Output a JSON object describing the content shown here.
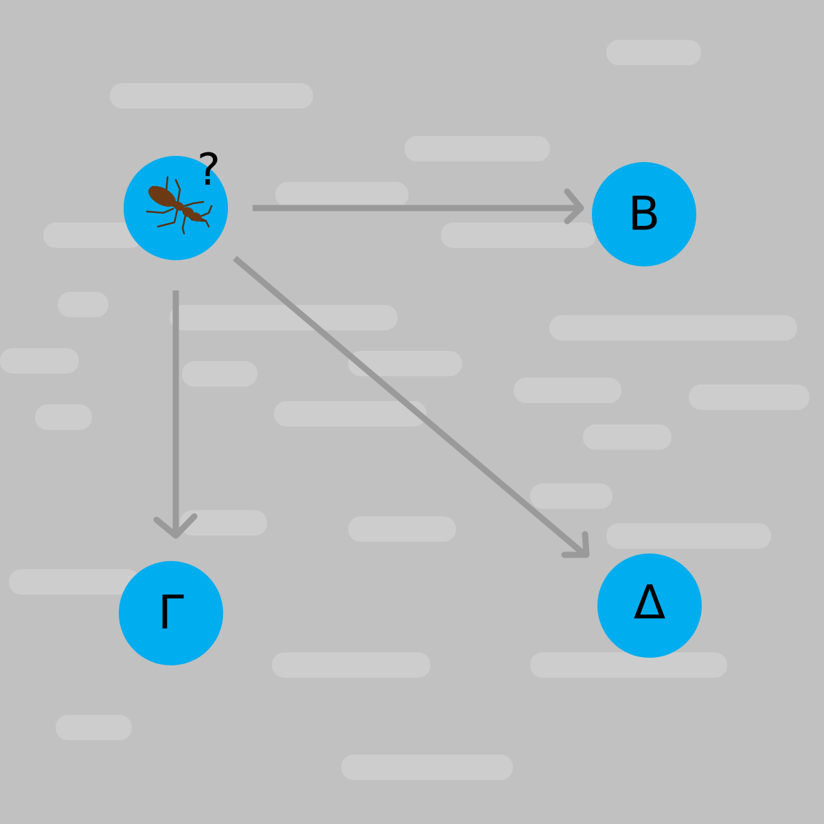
{
  "colors": {
    "background": "#c1c1c1",
    "node_fill": "#00adef",
    "edge": "#9a9a9a",
    "background_dash": "#cdcdcd",
    "ant_body": "#6b3a14"
  },
  "nodes": [
    {
      "id": "start",
      "icon": "ant-icon",
      "label": "",
      "annotation": "?"
    },
    {
      "id": "b",
      "label": "B"
    },
    {
      "id": "gamma",
      "label": "Γ"
    },
    {
      "id": "delta",
      "label": "Δ"
    }
  ],
  "edges": [
    {
      "from": "start",
      "to": "b"
    },
    {
      "from": "start",
      "to": "gamma"
    },
    {
      "from": "start",
      "to": "delta"
    }
  ]
}
